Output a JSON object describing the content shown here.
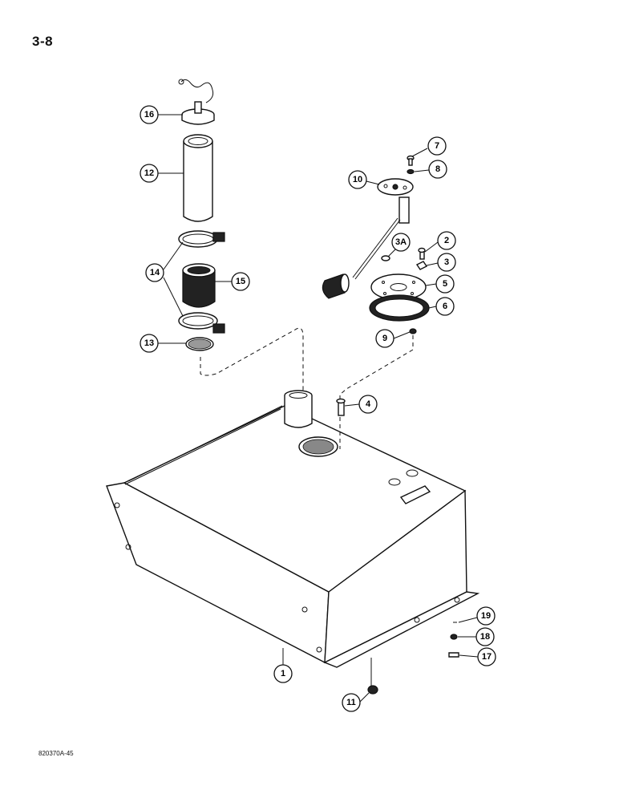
{
  "page": {
    "page_number": "3-8",
    "figure_code": "820370A-45"
  },
  "callouts": {
    "c1": "1",
    "c2": "2",
    "c3": "3",
    "c3A": "3A",
    "c4": "4",
    "c5": "5",
    "c6": "6",
    "c7": "7",
    "c8": "8",
    "c9": "9",
    "c10": "10",
    "c11": "11",
    "c12": "12",
    "c13": "13",
    "c14": "14",
    "c15": "15",
    "c16": "16",
    "c17": "17",
    "c18": "18",
    "c19": "19"
  }
}
